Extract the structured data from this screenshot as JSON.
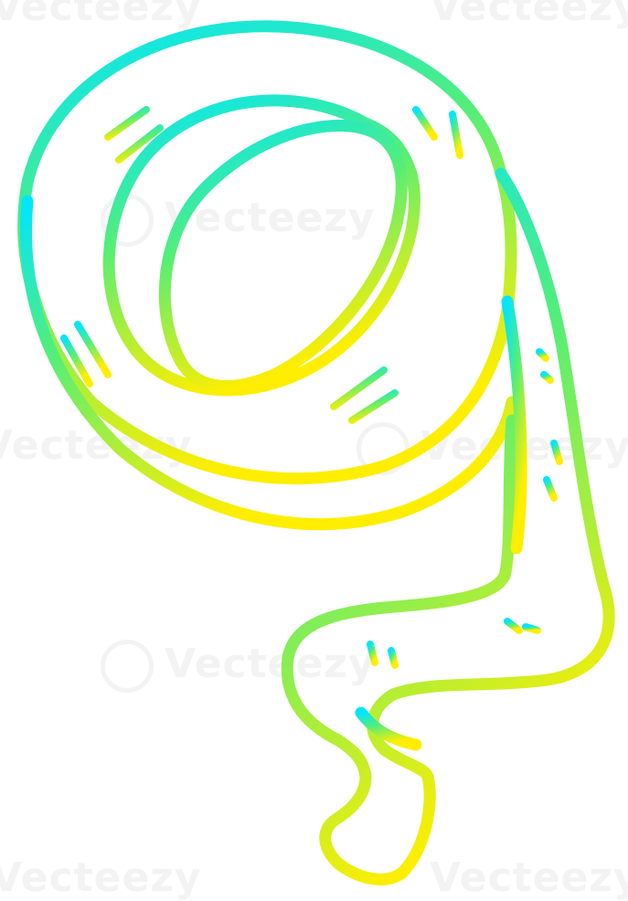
{
  "illustration": {
    "subject": "roll-of-tape",
    "style": "line-art",
    "gradient": {
      "start_color": "#00e5ff",
      "mid_color": "#55ee77",
      "end_color": "#ffee00"
    },
    "background_color": "#ffffff"
  },
  "watermark": {
    "text": "Vecteezy"
  }
}
